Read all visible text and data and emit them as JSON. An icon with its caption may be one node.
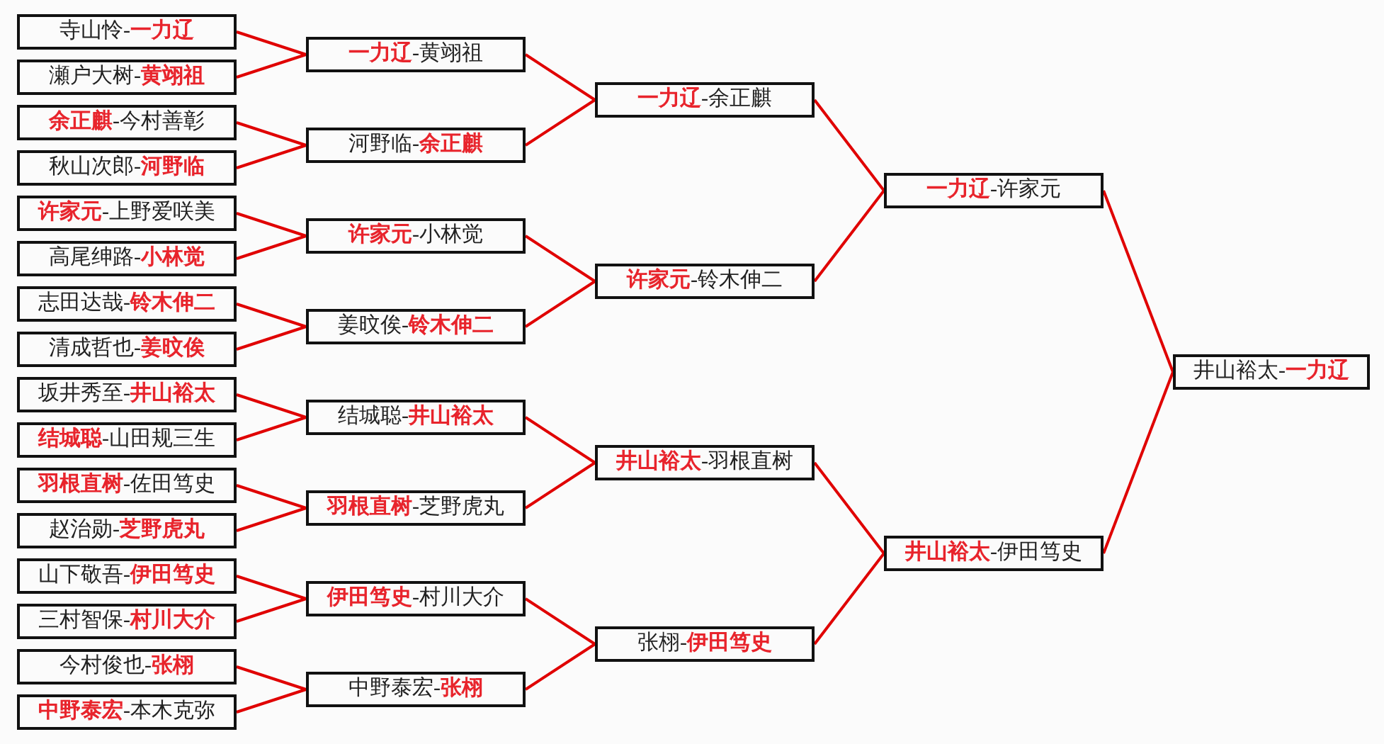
{
  "diagram": {
    "nodes": [
      {
        "text": [
          "寺山怜-**一力辽**"
        ]
      },
      {
        "text": [
          "瀬户大树-**黄翊祖**"
        ]
      },
      {
        "text": [
          "**余正麒**-今村善彰"
        ]
      },
      {
        "text": [
          "秋山次郎-**河野临**"
        ]
      },
      {
        "text": [
          "**许家元**-上野爱咲美"
        ]
      },
      {
        "text": [
          "高尾绅路-**小林觉**"
        ]
      },
      {
        "text": [
          "志田达哉-**铃木伸二**"
        ]
      },
      {
        "text": [
          "清成哲也-**姜旼俟**"
        ]
      },
      {
        "text": [
          "坂井秀至-**井山裕太**"
        ]
      },
      {
        "text": [
          "**结城聪**-山田规三生"
        ]
      },
      {
        "text": [
          "**羽根直树**-佐田笃史"
        ]
      },
      {
        "text": [
          "赵治勋-**芝野虎丸**"
        ]
      },
      {
        "text": [
          "山下敬吾-**伊田笃史**"
        ]
      },
      {
        "text": [
          "三村智保-**村川大介**"
        ]
      },
      {
        "text": [
          "今村俊也-**张栩**"
        ]
      },
      {
        "text": [
          "**中野泰宏**-本木克弥"
        ]
      },
      {
        "text": [
          "**一力辽**-黄翊祖"
        ]
      },
      {
        "text": [
          "河野临-**余正麒**"
        ]
      },
      {
        "text": [
          "**许家元**-小林觉"
        ]
      },
      {
        "text": [
          "姜旼俟-**铃木伸二**"
        ]
      },
      {
        "text": [
          "结城聪-**井山裕太**"
        ]
      },
      {
        "text": [
          "**羽根直树**-芝野虎丸"
        ]
      },
      {
        "text": [
          "**伊田笃史**-村川大介"
        ]
      },
      {
        "text": [
          "中野泰宏-**张栩**"
        ]
      },
      {
        "text": [
          "**一力辽**-余正麒"
        ]
      },
      {
        "text": [
          "**许家元**-铃木伸二"
        ]
      },
      {
        "text": [
          "**井山裕太**-羽根直树"
        ]
      },
      {
        "text": [
          "张栩-**伊田笃史**"
        ]
      },
      {
        "text": [
          "**一力辽**-许家元"
        ]
      },
      {
        "text": [
          "**井山裕太**-伊田笃史"
        ]
      },
      {
        "text": [
          "井山裕太-**一力辽**"
        ]
      }
    ],
    "edges": [
      {
        "from": 0,
        "to": 16,
        "arrow": "none"
      },
      {
        "from": 1,
        "to": 16,
        "arrow": "none"
      },
      {
        "from": 2,
        "to": 17,
        "arrow": "none"
      },
      {
        "from": 3,
        "to": 17,
        "arrow": "none"
      },
      {
        "from": 4,
        "to": 18,
        "arrow": "none"
      },
      {
        "from": 5,
        "to": 18,
        "arrow": "none"
      },
      {
        "from": 6,
        "to": 19,
        "arrow": "none"
      },
      {
        "from": 7,
        "to": 19,
        "arrow": "none"
      },
      {
        "from": 8,
        "to": 20,
        "arrow": "none"
      },
      {
        "from": 9,
        "to": 20,
        "arrow": "none"
      },
      {
        "from": 10,
        "to": 21,
        "arrow": "none"
      },
      {
        "from": 11,
        "to": 21,
        "arrow": "none"
      },
      {
        "from": 12,
        "to": 22,
        "arrow": "none"
      },
      {
        "from": 13,
        "to": 22,
        "arrow": "none"
      },
      {
        "from": 14,
        "to": 23,
        "arrow": "none"
      },
      {
        "from": 15,
        "to": 23,
        "arrow": "none"
      },
      {
        "from": 16,
        "to": 24,
        "arrow": "none"
      },
      {
        "from": 17,
        "to": 24,
        "arrow": "none"
      },
      {
        "from": 18,
        "to": 25,
        "arrow": "none"
      },
      {
        "from": 19,
        "to": 25,
        "arrow": "none"
      },
      {
        "from": 20,
        "to": 26,
        "arrow": "none"
      },
      {
        "from": 21,
        "to": 26,
        "arrow": "none"
      },
      {
        "from": 22,
        "to": 27,
        "arrow": "none"
      },
      {
        "from": 23,
        "to": 27,
        "arrow": "none"
      },
      {
        "from": 24,
        "to": 28,
        "arrow": "none"
      },
      {
        "from": 25,
        "to": 28,
        "arrow": "none"
      },
      {
        "from": 26,
        "to": 29,
        "arrow": "none"
      },
      {
        "from": 27,
        "to": 29,
        "arrow": "none"
      },
      {
        "from": 28,
        "to": 30,
        "arrow": "none"
      },
      {
        "from": 29,
        "to": 30,
        "arrow": "none"
      }
    ]
  }
}
